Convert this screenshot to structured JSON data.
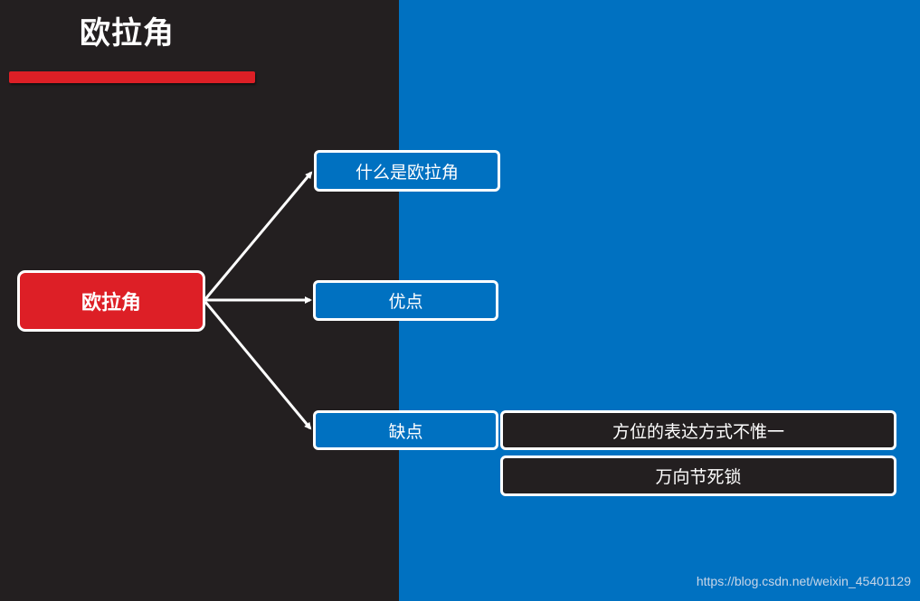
{
  "title": "欧拉角",
  "colors": {
    "left_background": "#231f20",
    "right_background": "#0071c1",
    "accent_red": "#dd1f26",
    "node_border": "#ffffff"
  },
  "mindmap": {
    "root": "欧拉角",
    "branches": [
      {
        "label": "什么是欧拉角",
        "children": []
      },
      {
        "label": "优点",
        "children": []
      },
      {
        "label": "缺点",
        "children": [
          "方位的表达方式不惟一",
          "万向节死锁"
        ]
      }
    ]
  },
  "watermark": "https://blog.csdn.net/weixin_45401129"
}
